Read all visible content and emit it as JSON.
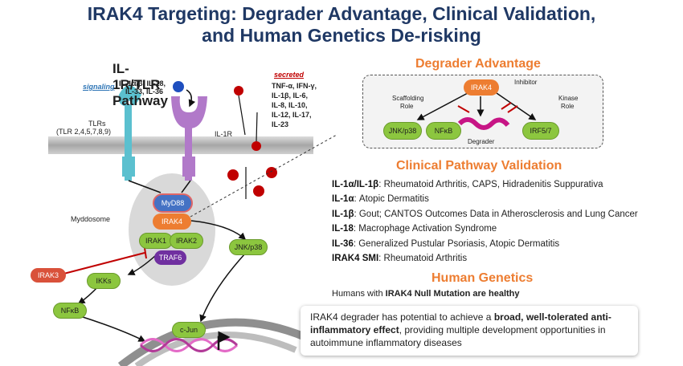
{
  "title": {
    "line1": "IRAK4 Targeting: Degrader Advantage, Clinical Validation,",
    "line2": "and Human Genetics De-risking"
  },
  "pathway": {
    "heading": "IL-1R/TLR Pathway",
    "signaling_label": "signaling",
    "signaling_ligands": [
      "IL-1α/β, IL-18,",
      "IL-33, IL-36"
    ],
    "secreted_label": "secreted",
    "secreted_cytokines": [
      "TNF-α, IFN-γ,",
      "IL-1β, IL-6,",
      "IL-8, IL-10,",
      "IL-12, IL-17,",
      "IL-23"
    ],
    "tlr_label": [
      "TLRs",
      "(TLR 2,4,5,7,8,9)"
    ],
    "il1r_label": "IL-1R",
    "myddosome_label": "Myddosome",
    "nodes": {
      "myd88": "MyD88",
      "irak4": "IRAK4",
      "irak1": "IRAK1",
      "irak2": "IRAK2",
      "traf6": "TRAF6",
      "irak3": "IRAK3",
      "ikks": "IKKs",
      "nfkb": "NFκB",
      "jnk": "JNK/p38",
      "cjun": "c-Jun"
    }
  },
  "degrader": {
    "heading": "Degrader Advantage",
    "irak4": "IRAK4",
    "inhibitor": "Inhibitor",
    "scaffolding": [
      "Scaffolding",
      "Role"
    ],
    "kinase": [
      "Kinase",
      "Role"
    ],
    "jnk": "JNK/p38",
    "nfkb": "NFκB",
    "irf": "IRF5/7",
    "degrader_label": "Degrader"
  },
  "clinical": {
    "heading": "Clinical Pathway Validation",
    "rows": [
      {
        "target": "IL-1α/IL-1β",
        "indication": "Rheumatoid Arthritis, CAPS, Hidradenitis Suppurativa"
      },
      {
        "target": "IL-1α",
        "indication": "Atopic Dermatitis"
      },
      {
        "target": "IL-1β",
        "indication": "Gout; CANTOS Outcomes Data in Atherosclerosis and Lung Cancer"
      },
      {
        "target": "IL-18",
        "indication": "Macrophage Activation Syndrome"
      },
      {
        "target": "IL-36",
        "indication": "Generalized Pustular Psoriasis, Atopic Dermatitis"
      },
      {
        "target": "IRAK4 SMI",
        "indication": "Rheumatoid Arthritis"
      }
    ]
  },
  "genetics": {
    "heading": "Human Genetics",
    "prefix": "Humans with ",
    "bold": "IRAK4 Null Mutation are healthy"
  },
  "summary": {
    "part1": "IRAK4 degrader has potential to achieve a ",
    "bold": "broad, well-tolerated anti-inflammatory effect",
    "part2": ", providing multiple development opportunities in autoimmune inflammatory diseases"
  },
  "colors": {
    "title": "#1f3864",
    "accent_orange": "#ed7d31",
    "green": "#8cc63f",
    "purple": "#7030a0",
    "receptor_teal": "#5bc0cf",
    "receptor_purple": "#b179c9",
    "cytokine_red": "#c00000"
  }
}
